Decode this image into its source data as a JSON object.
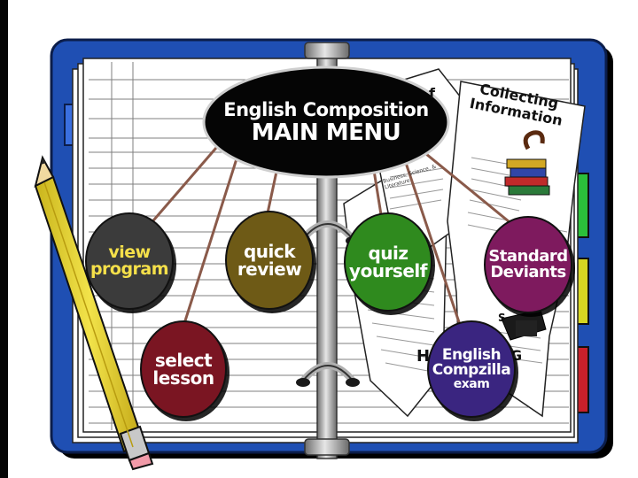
{
  "menu": {
    "title_line1": "English Composition",
    "title_line2": "MAIN MENU"
  },
  "buttons": [
    {
      "id": "view-program",
      "lines": [
        "view",
        "program"
      ],
      "color": "#3b3b3b",
      "text_color": "#f5e04a"
    },
    {
      "id": "select-lesson",
      "lines": [
        "select",
        "lesson"
      ],
      "color": "#7a1522",
      "text_color": "#ffffff"
    },
    {
      "id": "quick-review",
      "lines": [
        "quick",
        "review"
      ],
      "color": "#6e5a16",
      "text_color": "#ffffff"
    },
    {
      "id": "quiz-yourself",
      "lines": [
        "quiz",
        "yourself"
      ],
      "color": "#2f8a1e",
      "text_color": "#ffffff"
    },
    {
      "id": "standard-deviants",
      "lines": [
        "Standard",
        "Deviants"
      ],
      "color": "#7e1a5e",
      "text_color": "#ffffff"
    },
    {
      "id": "english-compzilla-exam",
      "lines": [
        "English",
        "Compzilla",
        "exam"
      ],
      "color": "#3a2580",
      "text_color": "#ffffff"
    }
  ],
  "papers": {
    "collecting_info": "Collecting Information",
    "fragment_text": "Business, Science, & Literature",
    "fragment_letters": [
      "f",
      "H",
      "G",
      "S"
    ]
  },
  "colors": {
    "binder_blue": "#1f4fb3",
    "binder_edge": "#0d2a6e",
    "tab_green": "#2bbf3a",
    "tab_yellow": "#d6d622",
    "tab_red": "#c8202a",
    "tab_blue": "#3a6fe0"
  }
}
